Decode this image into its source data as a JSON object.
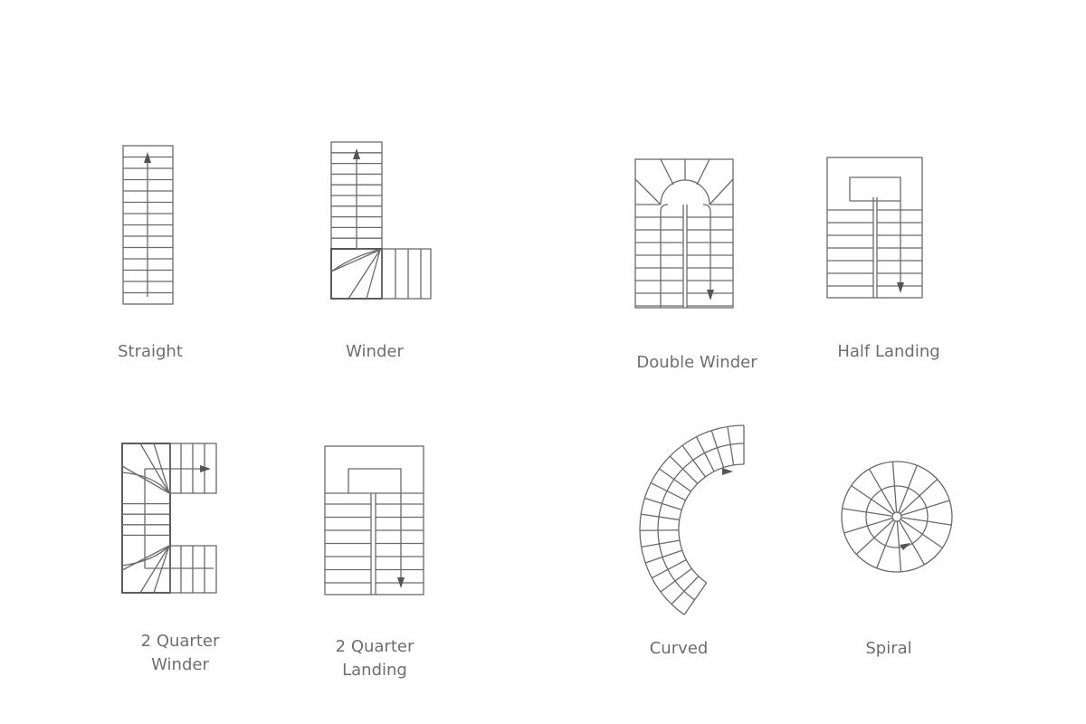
{
  "labels": {
    "straight": "Straight",
    "winder": "Winder",
    "double_winder": "Double Winder",
    "half_landing": "Half Landing",
    "two_quarter_winder_line1": "2 Quarter",
    "two_quarter_winder_line2": "Winder",
    "two_quarter_landing_line1": "2 Quarter",
    "two_quarter_landing_line2": "Landing",
    "curved": "Curved",
    "spiral": "Spiral"
  },
  "colors": {
    "line": "#6a6a6a",
    "text": "#6e6e6e",
    "background": "#ffffff"
  }
}
